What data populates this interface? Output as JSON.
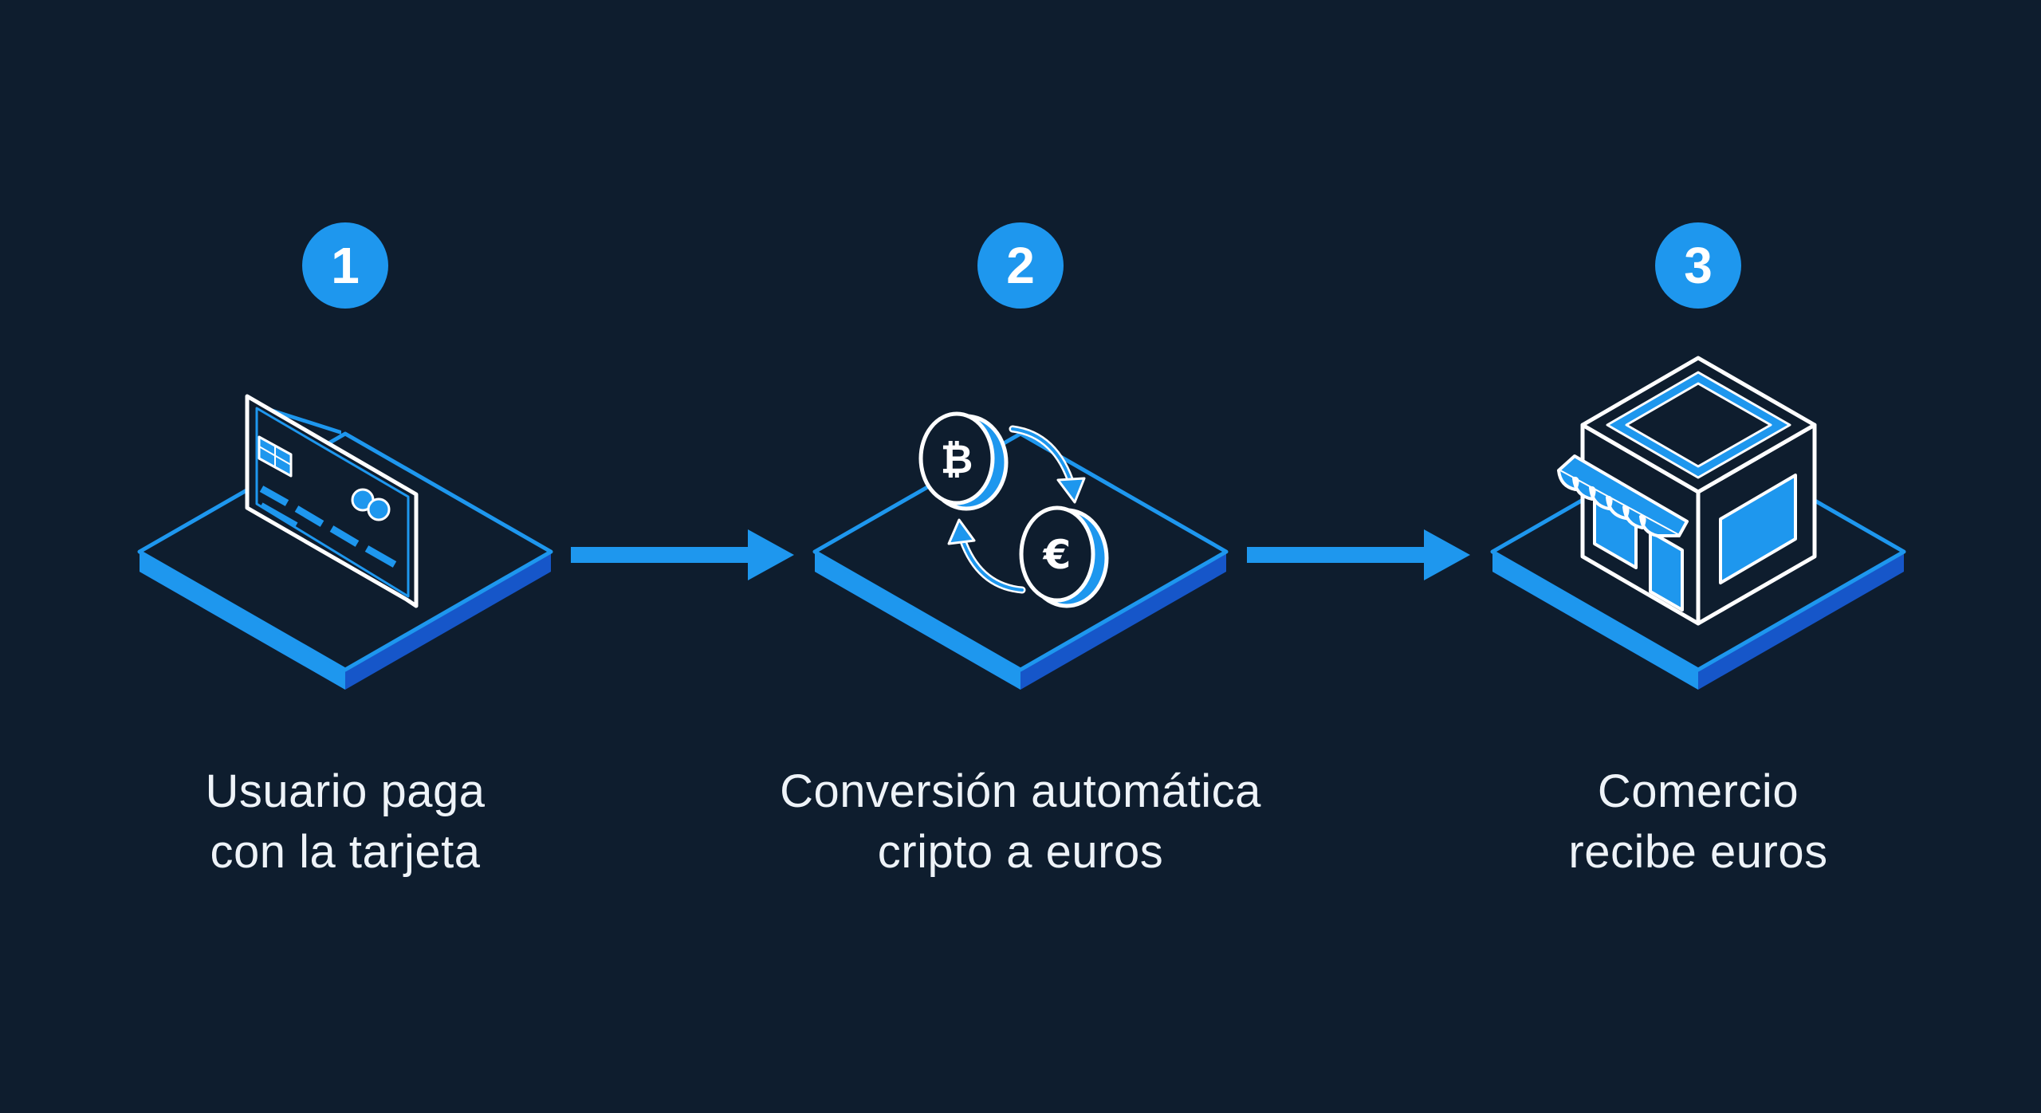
{
  "colors": {
    "background": "#0e1d2e",
    "accent": "#1e97ee",
    "accent_dark": "#1656c9",
    "line": "#ffffff",
    "text": "#eef3f8"
  },
  "steps": [
    {
      "number": "1",
      "icon": "credit-card-icon",
      "label_line1": "Usuario paga",
      "label_line2": "con la tarjeta"
    },
    {
      "number": "2",
      "icon": "crypto-euro-exchange-icon",
      "coin_a": "₿",
      "coin_b": "€",
      "label_line1": "Conversión automática",
      "label_line2": "cripto a euros"
    },
    {
      "number": "3",
      "icon": "storefront-icon",
      "label_line1": "Comercio",
      "label_line2": "recibe euros"
    }
  ],
  "connectors": [
    {
      "from": "1",
      "to": "2",
      "icon": "arrow-right-icon"
    },
    {
      "from": "2",
      "to": "3",
      "icon": "arrow-right-icon"
    }
  ]
}
